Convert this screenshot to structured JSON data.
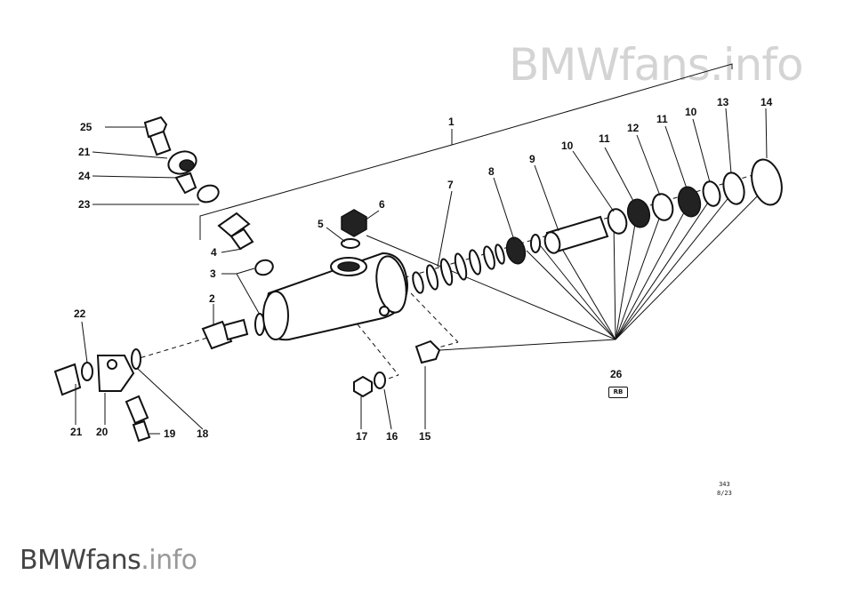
{
  "watermark": {
    "top": "BMWfans.info",
    "bottom_main": "BMWfans",
    "bottom_tld": ".info"
  },
  "stamp": {
    "line1": "343",
    "line2": "8/23"
  },
  "badge": "RB",
  "labels": {
    "l1": "1",
    "l2": "2",
    "l3": "3",
    "l4": "4",
    "l5": "5",
    "l6": "6",
    "l7": "7",
    "l8": "8",
    "l9": "9",
    "l10a": "10",
    "l10b": "10",
    "l11a": "11",
    "l11b": "11",
    "l12": "12",
    "l13": "13",
    "l14": "14",
    "l15": "15",
    "l16": "16",
    "l17": "17",
    "l18": "18",
    "l19": "19",
    "l20": "20",
    "l21a": "21",
    "l21b": "21",
    "l22": "22",
    "l23": "23",
    "l24": "24",
    "l25": "25",
    "l26": "26"
  }
}
